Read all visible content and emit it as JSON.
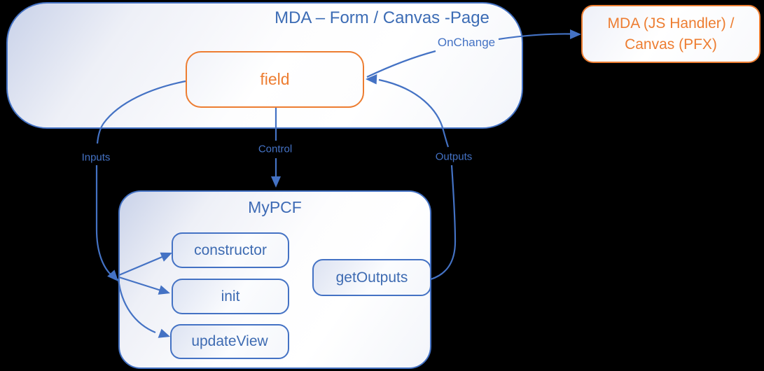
{
  "colors": {
    "accent_blue": "#4472C4",
    "accent_orange": "#ED7D31",
    "background": "#000000"
  },
  "diagram": {
    "form_container": {
      "title": "MDA – Form / Canvas -Page"
    },
    "field_box": {
      "label": "field"
    },
    "handler_box": {
      "line1": "MDA (JS Handler) /",
      "line2": "Canvas (PFX)"
    },
    "pcf_container": {
      "title": "MyPCF",
      "methods": [
        "constructor",
        "init",
        "updateView"
      ],
      "get_outputs_label": "getOutputs"
    },
    "edge_labels": {
      "inputs": "Inputs",
      "control": "Control",
      "outputs": "Outputs",
      "onchange": "OnChange"
    }
  }
}
